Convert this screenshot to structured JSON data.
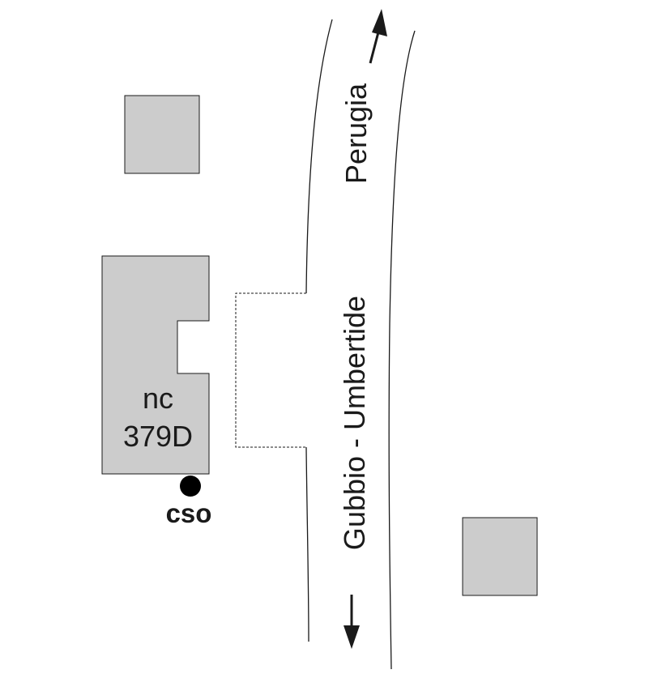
{
  "map": {
    "colors": {
      "background": "#ffffff",
      "building_fill": "#cccccc",
      "outline": "#1a1a1a",
      "text": "#1a1a1a",
      "marker": "#000000"
    },
    "buildings": [
      {
        "name": "building-north"
      },
      {
        "name": "building-nc-379d",
        "label_line1": "nc",
        "label_line2": "379D"
      },
      {
        "name": "building-southeast"
      }
    ],
    "road": {
      "labels": {
        "upper": "Perugia",
        "lower": "Gubbio - Umbertide"
      },
      "arrows": [
        "arrow-up-icon",
        "arrow-down-icon"
      ]
    },
    "markers": [
      {
        "name": "cso-marker",
        "icon": "dot-icon",
        "label": "cso"
      }
    ],
    "connector": {
      "style": "dashed"
    }
  }
}
